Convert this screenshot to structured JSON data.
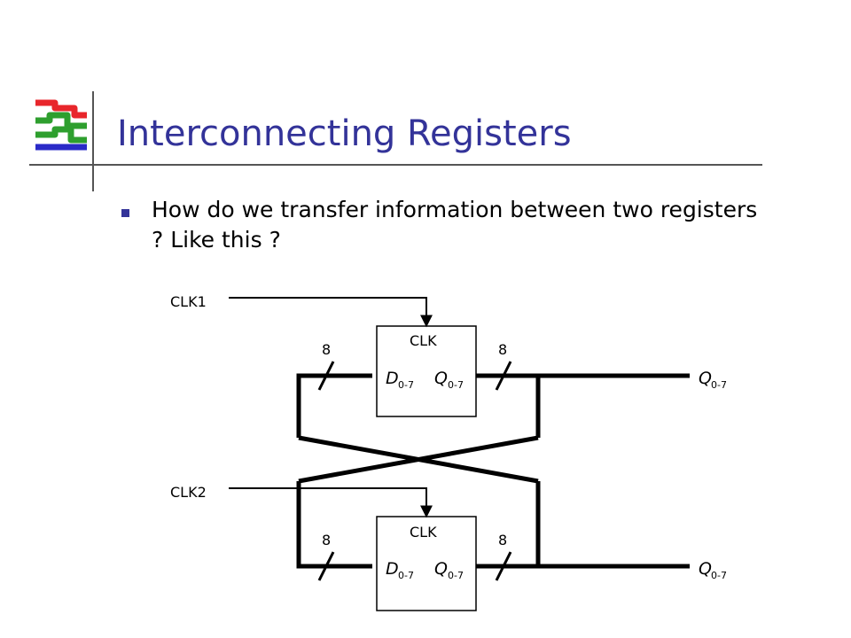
{
  "slide": {
    "title": "Interconnecting Registers",
    "bullet": "How do we transfer information between two registers ? Like this ?"
  },
  "diagram": {
    "clk1_label": "CLK1",
    "clk2_label": "CLK2",
    "reg_top": {
      "clk_label": "CLK",
      "d_main": "D",
      "d_sub": "0-7",
      "q_main": "Q",
      "q_sub": "0-7"
    },
    "reg_bottom": {
      "clk_label": "CLK",
      "d_main": "D",
      "d_sub": "0-7",
      "q_main": "Q",
      "q_sub": "0-7"
    },
    "bus_width_labels": [
      "8",
      "8",
      "8",
      "8"
    ],
    "output_top": {
      "main": "Q",
      "sub": "0-7"
    },
    "output_bottom": {
      "main": "Q",
      "sub": "0-7"
    }
  },
  "colors": {
    "title": "#333399",
    "logo_red": "#e8262b",
    "logo_green": "#2e9f2e",
    "logo_blue": "#2a2ac8"
  }
}
